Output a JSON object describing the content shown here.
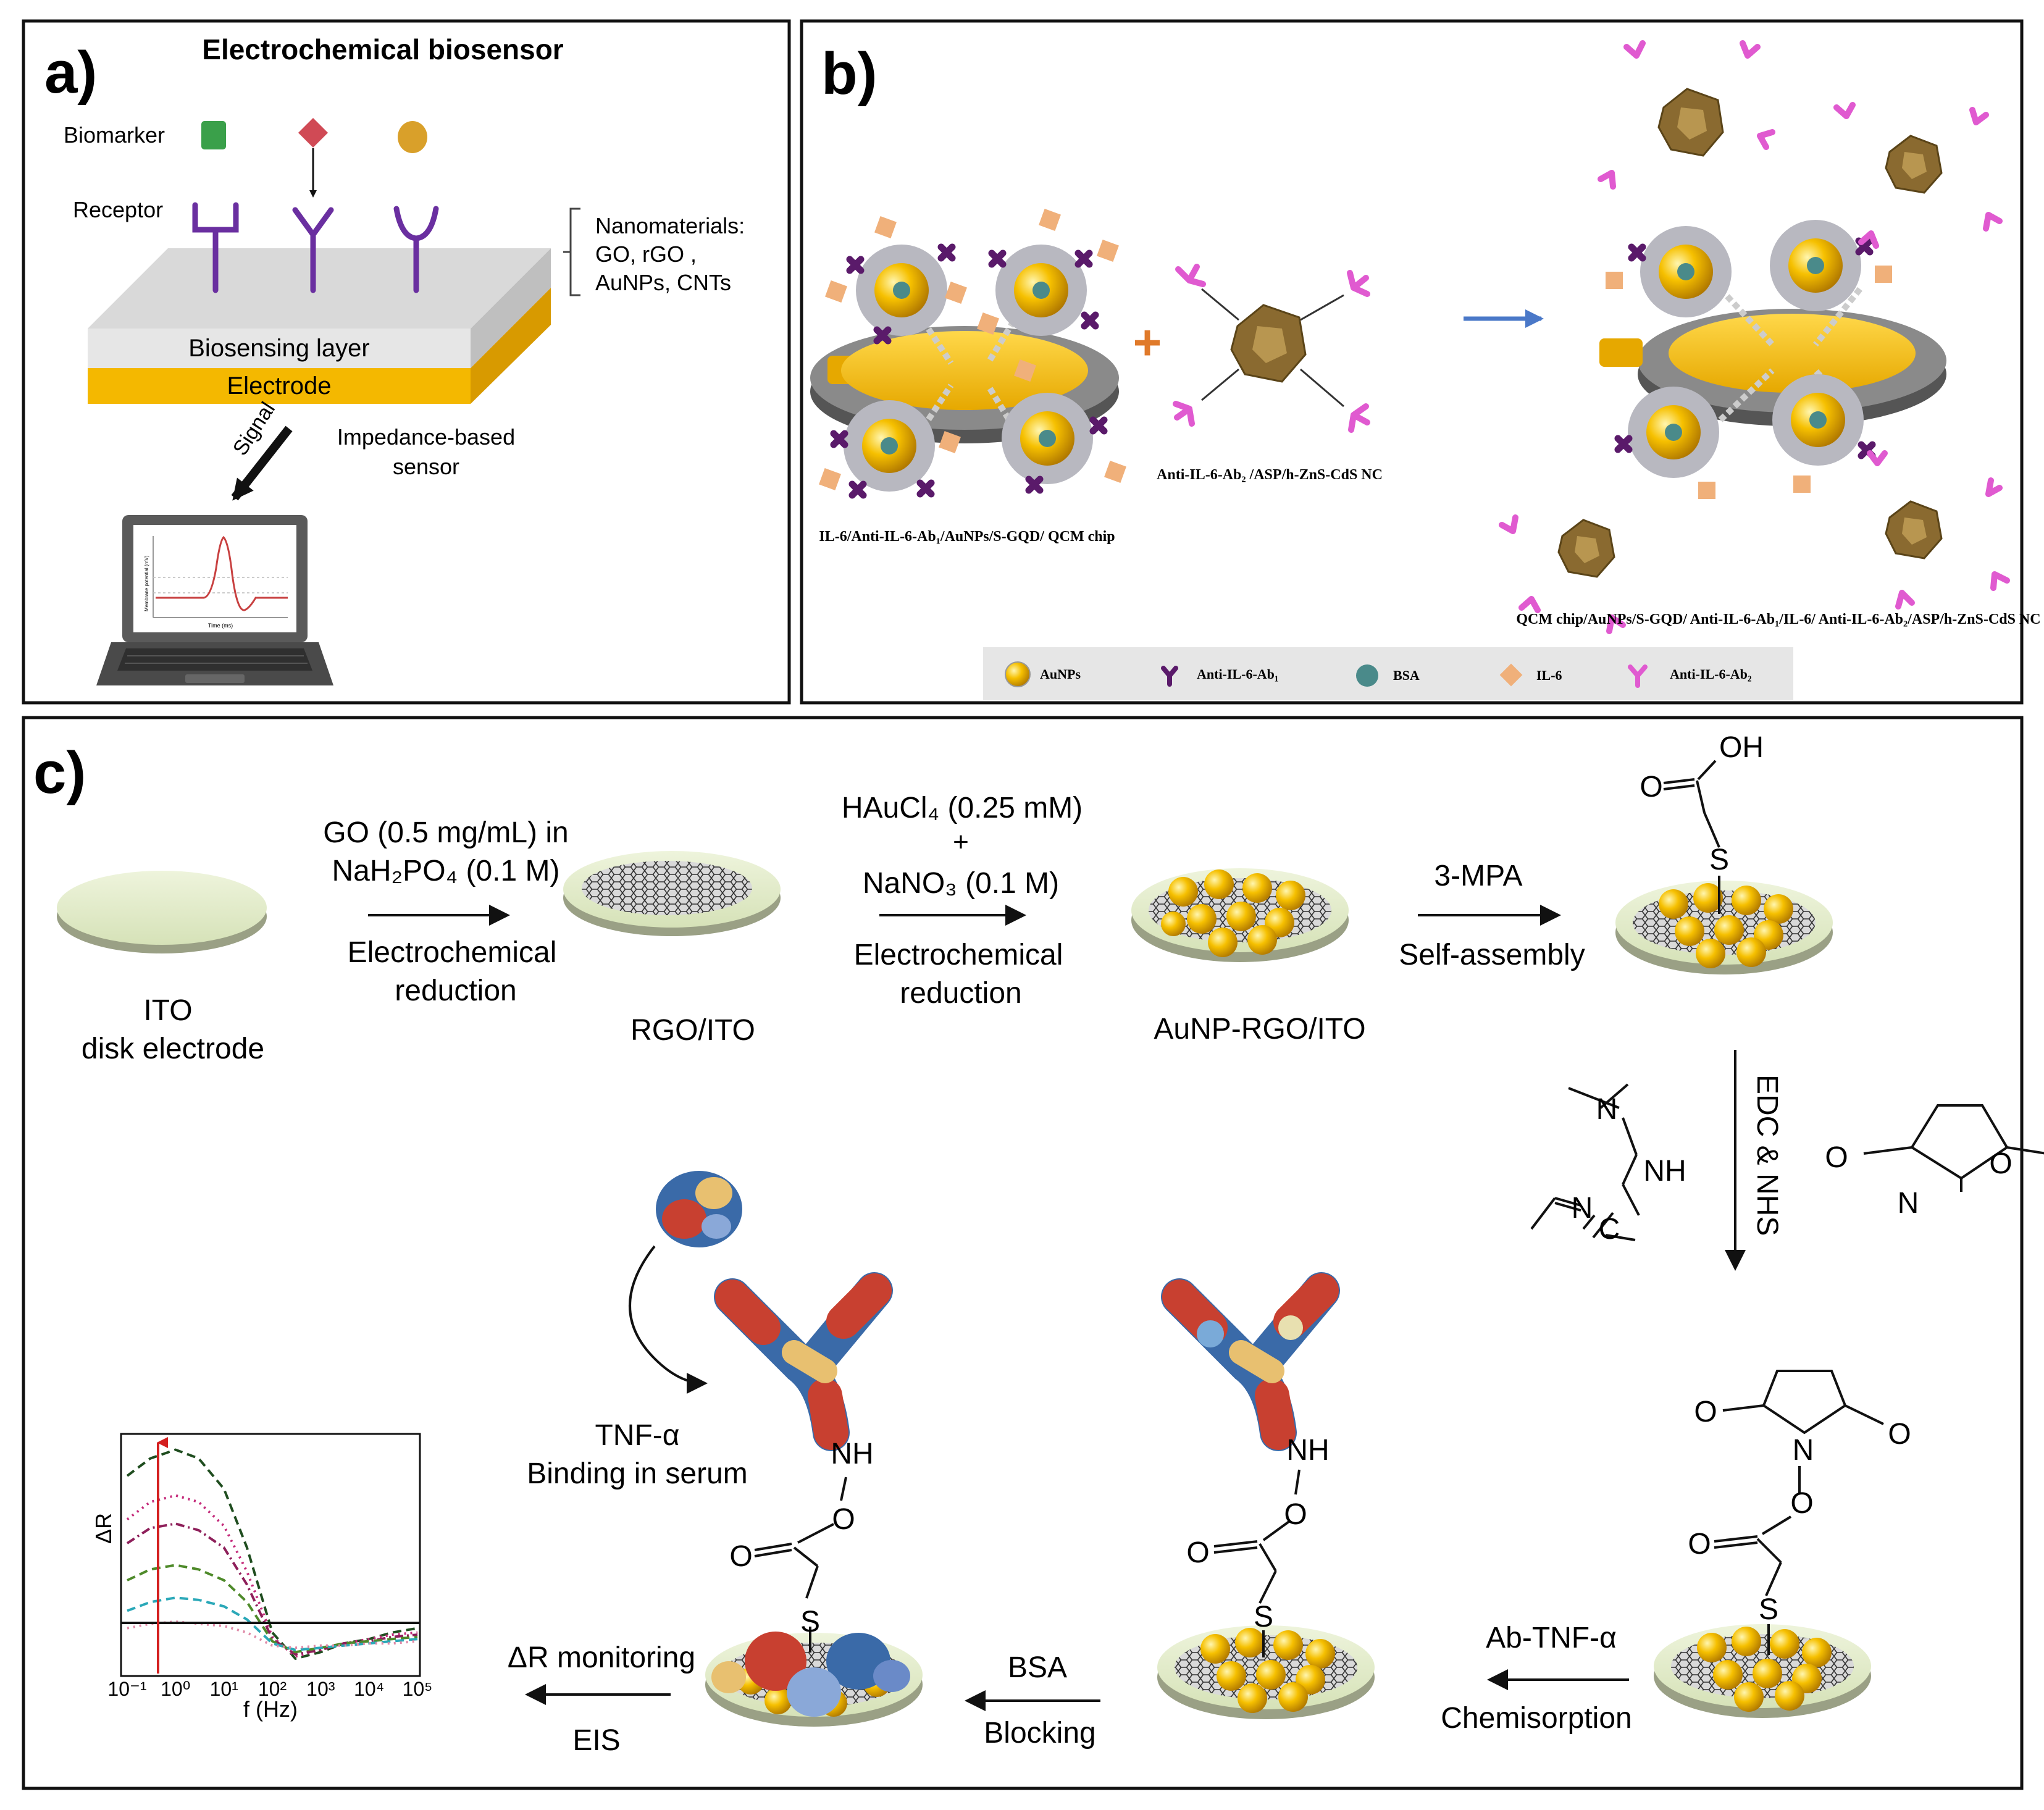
{
  "panel_a": {
    "letter": "a)",
    "title": "Electrochemical biosensor",
    "biomarker_label": "Biomarker",
    "receptor_label": "Receptor",
    "nanomaterials": [
      "Nanomaterials:",
      "GO, rGO ,",
      "AuNPs, CNTs"
    ],
    "layer_label": "Biosensing layer",
    "electrode_label": "Electrode",
    "signal_label": "Signal",
    "sensor_label": [
      "Impedance-based",
      "sensor"
    ],
    "screen_axis_x": "Time (ms)",
    "screen_axis_y": "Membrane potential (mV)",
    "colors": {
      "biomarker_green": "#3aa04a",
      "biomarker_red": "#d04a55",
      "biomarker_orange": "#d9a02a",
      "receptor": "#6a2fa0",
      "electrode": "#f4b800",
      "layer": "#d9d9d9"
    }
  },
  "panel_b": {
    "letter": "b)",
    "chip_caption": "IL-6/Anti-IL-6-Ab₁/AuNPs/S-GQD/ QCM chip",
    "plus": "+",
    "nc_caption": "Anti-IL-6-Ab₂ /ASP/h-ZnS-CdS NC",
    "result_caption": "QCM chip/AuNPs/S-GQD/ Anti-IL-6-Ab₁/IL-6/ Anti-IL-6-Ab₂/ASP/h-ZnS-CdS NC",
    "legend": [
      "AuNPs",
      "Anti-IL-6-Ab₁",
      "BSA",
      "IL-6",
      "Anti-IL-6-Ab₂"
    ],
    "colors": {
      "gold": "#f2b705",
      "ab1": "#5a1a6a",
      "il6": "#f0b07a",
      "ab2": "#e05ad0",
      "nc": "#8a6a30",
      "arrow": "#4a78c8",
      "plus": "#e07a2a"
    }
  },
  "panel_c": {
    "letter": "c)",
    "ito_label": [
      "ITO",
      "disk electrode"
    ],
    "step1_top": [
      "GO (0.5 mg/mL) in",
      "NaH₂PO₄ (0.1 M)"
    ],
    "step1_bottom": [
      "Electrochemical",
      "reduction"
    ],
    "rgo_label": "RGO/ITO",
    "step2_top": [
      "HAuCl₄ (0.25 mM)",
      "+",
      "NaNO₃ (0.1 M)"
    ],
    "step2_bottom": [
      "Electrochemical",
      "reduction"
    ],
    "aunp_label": "AuNP-RGO/ITO",
    "step3_top": "3-MPA",
    "step3_bottom": "Self-assembly",
    "mpa_atoms": [
      "O",
      "OH",
      "S"
    ],
    "edc_nhs": "EDC & NHS",
    "edc_atoms": [
      "N",
      "NH",
      "N",
      "C"
    ],
    "nhs_atoms": [
      "O",
      "O",
      "N"
    ],
    "ester_atoms": [
      "O",
      "O",
      "N",
      "O",
      "O",
      "S"
    ],
    "step4_top": "Ab-TNF-α",
    "step4_bottom": "Chemisorption",
    "ab_atoms": [
      "NH",
      "O",
      "O",
      "S"
    ],
    "step5_top": "BSA",
    "step5_bottom": "Blocking",
    "tnf_label": [
      "TNF-α",
      "Binding in serum"
    ],
    "tnf_atoms": [
      "NH",
      "O",
      "O",
      "S"
    ],
    "step6_top": "ΔR monitoring",
    "step6_bottom": "EIS",
    "plot_ylabel": "ΔR",
    "plot_xlabel": "f (Hz)",
    "plot_ticks": [
      "10⁻¹",
      "10⁰",
      "10¹",
      "10²",
      "10³",
      "10⁴",
      "10⁵"
    ]
  },
  "chart_data": {
    "type": "line",
    "xlabel": "f (Hz)",
    "ylabel": "ΔR",
    "x_scale": "log",
    "x": [
      0.1,
      0.3,
      1,
      3,
      10,
      30,
      100,
      300,
      1000,
      3000,
      10000,
      30000,
      100000
    ],
    "xlim": [
      0.1,
      100000
    ],
    "series": [
      {
        "color": "#1f4d1f",
        "style": "dashed",
        "values": [
          0.78,
          0.86,
          0.9,
          0.86,
          0.72,
          0.45,
          0.06,
          -0.06,
          -0.03,
          0.01,
          0.03,
          0.06,
          0.08
        ]
      },
      {
        "color": "#c42a7a",
        "style": "dotted",
        "values": [
          0.58,
          0.66,
          0.69,
          0.66,
          0.55,
          0.34,
          0.04,
          -0.05,
          -0.02,
          0.01,
          0.03,
          0.05,
          0.06
        ]
      },
      {
        "color": "#8e1f5a",
        "style": "dashdot",
        "values": [
          0.47,
          0.54,
          0.56,
          0.53,
          0.45,
          0.28,
          0.03,
          -0.04,
          -0.02,
          0.01,
          0.02,
          0.04,
          0.05
        ]
      },
      {
        "color": "#4e8a2a",
        "style": "dashed",
        "values": [
          0.3,
          0.35,
          0.37,
          0.35,
          0.3,
          0.2,
          0.02,
          -0.03,
          -0.01,
          0.01,
          0.02,
          0.03,
          0.04
        ]
      },
      {
        "color": "#2aa8b8",
        "style": "dashed",
        "values": [
          0.16,
          0.2,
          0.22,
          0.21,
          0.18,
          0.12,
          0.01,
          -0.02,
          -0.01,
          0.0,
          0.01,
          0.02,
          0.03
        ]
      },
      {
        "color": "#e08aa8",
        "style": "dotted",
        "values": [
          0.08,
          0.1,
          0.11,
          0.1,
          0.09,
          0.06,
          0.0,
          -0.01,
          0.0,
          0.0,
          0.01,
          0.01,
          0.02
        ]
      }
    ],
    "ylim": [
      -0.1,
      0.95
    ],
    "grid": false
  }
}
